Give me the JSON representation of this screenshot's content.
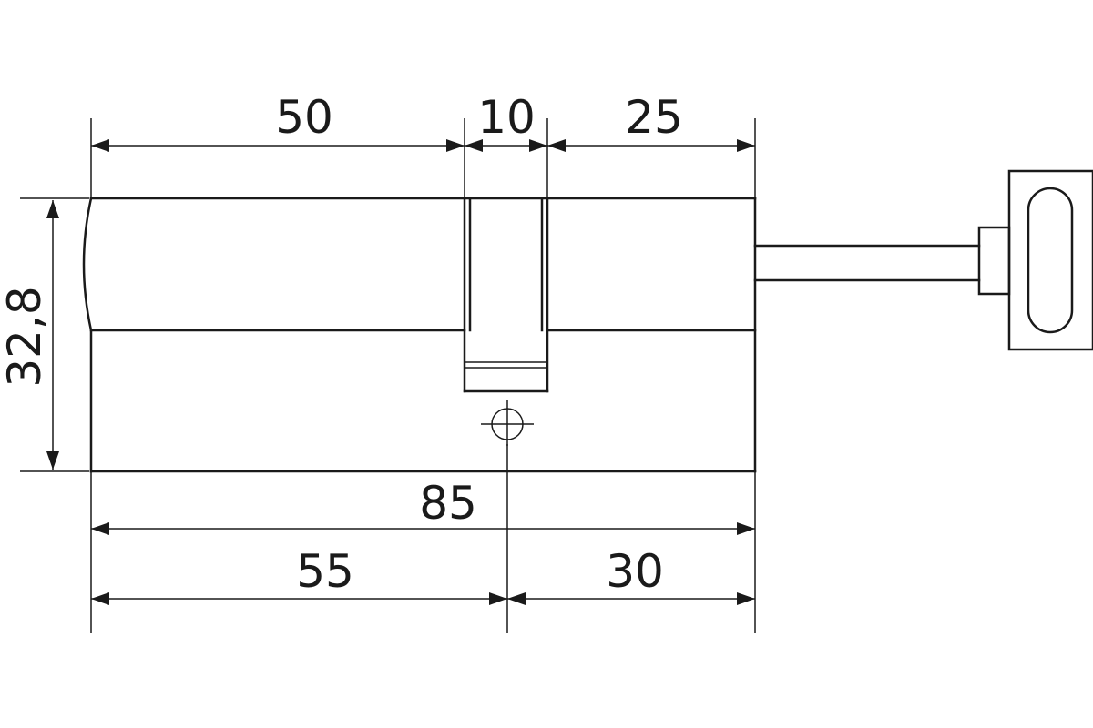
{
  "dimensions": {
    "top_left": "50",
    "top_middle": "10",
    "top_right": "25",
    "total_length": "85",
    "bottom_left": "55",
    "bottom_right": "30",
    "height": "32,8"
  }
}
